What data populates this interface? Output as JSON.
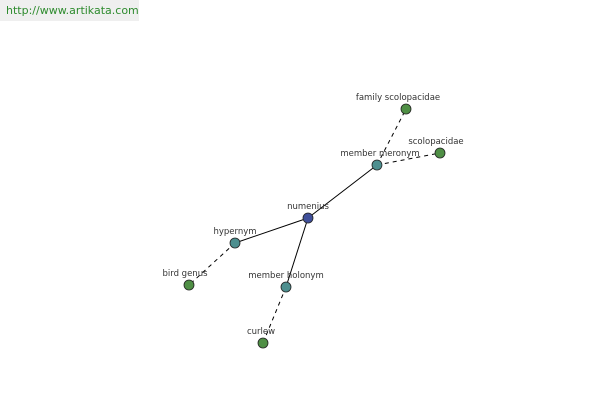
{
  "header": {
    "url": "http://www.artikata.com"
  },
  "colors": {
    "url_text": "#2e8b2e",
    "banner_bg": "#efefef",
    "center_node": "#3f4f9a",
    "relation_node": "#4d8f8f",
    "leaf_node": "#4f8f45",
    "edge": "#000000"
  },
  "graph": {
    "nodes": [
      {
        "id": "numenius",
        "label": "numenius",
        "kind": "center"
      },
      {
        "id": "hypernym",
        "label": "hypernym",
        "kind": "relation"
      },
      {
        "id": "member_holonym",
        "label": "member holonym",
        "kind": "relation"
      },
      {
        "id": "member_meronym",
        "label": "member meronym",
        "kind": "relation"
      },
      {
        "id": "bird_genus",
        "label": "bird genus",
        "kind": "leaf"
      },
      {
        "id": "curlew",
        "label": "curlew",
        "kind": "leaf"
      },
      {
        "id": "family_scolopacidae",
        "label": "family scolopacidae",
        "kind": "leaf"
      },
      {
        "id": "scolopacidae",
        "label": "scolopacidae",
        "kind": "leaf"
      }
    ],
    "edges": [
      {
        "from": "numenius",
        "to": "hypernym",
        "style": "solid"
      },
      {
        "from": "numenius",
        "to": "member_holonym",
        "style": "solid"
      },
      {
        "from": "numenius",
        "to": "member_meronym",
        "style": "solid"
      },
      {
        "from": "hypernym",
        "to": "bird_genus",
        "style": "dashed"
      },
      {
        "from": "member_holonym",
        "to": "curlew",
        "style": "dashed"
      },
      {
        "from": "member_meronym",
        "to": "family_scolopacidae",
        "style": "dashed"
      },
      {
        "from": "member_meronym",
        "to": "scolopacidae",
        "style": "dashed"
      }
    ]
  }
}
